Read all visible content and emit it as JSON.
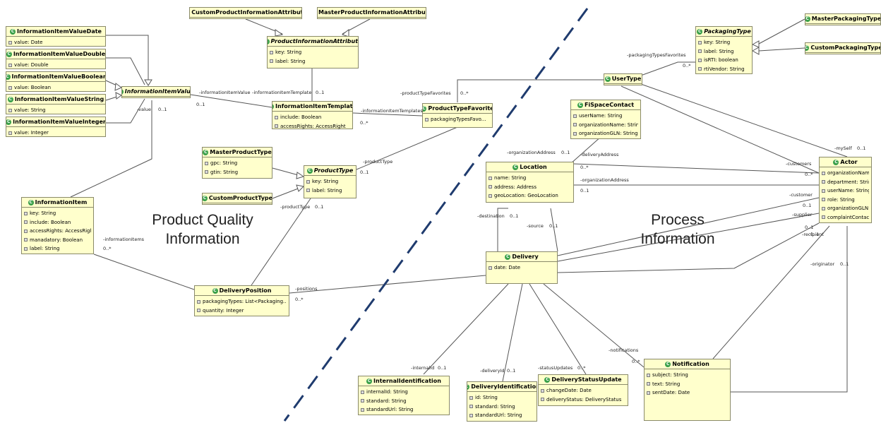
{
  "regions": {
    "left": {
      "line1": "Product Quality",
      "line2": "Information"
    },
    "right": {
      "line1": "Process",
      "line2": "Information"
    }
  },
  "icon_letter": "C",
  "classes": {
    "info_value_date": {
      "name": "InformationItemValueDate",
      "attrs": [
        "value: Date"
      ]
    },
    "info_value_double": {
      "name": "InformationItemValueDouble",
      "attrs": [
        "value: Double"
      ]
    },
    "info_value_boolean": {
      "name": "InformationItemValueBoolean",
      "attrs": [
        "value: Boolean"
      ]
    },
    "info_value_string": {
      "name": "InformationItemValueString",
      "attrs": [
        "value: String"
      ]
    },
    "info_value_integer": {
      "name": "InformationItemValueInteger",
      "attrs": [
        "value: Integer"
      ]
    },
    "info_item_value": {
      "name": "InformationItemValue",
      "attrs": []
    },
    "custom_pia": {
      "name": "CustomProductInformationAttribute",
      "attrs": []
    },
    "master_pia": {
      "name": "MasterProductInformationAttribute",
      "attrs": []
    },
    "product_info_attribute": {
      "name": "ProductInformationAttribute",
      "attrs": [
        "key: String",
        "label: String"
      ]
    },
    "info_item_template": {
      "name": "InformationItemTemplate",
      "attrs": [
        "include: Boolean",
        "accessRights: AccessRight"
      ]
    },
    "product_type_favorite": {
      "name": "ProductTypeFavorite",
      "attrs": [
        "packagingTypesFavo..."
      ]
    },
    "master_product_type": {
      "name": "MasterProductType",
      "attrs": [
        "gpc: String",
        "gtin: String"
      ]
    },
    "custom_product_type": {
      "name": "CustomProductType",
      "attrs": []
    },
    "product_type": {
      "name": "ProductType",
      "attrs": [
        "key: String",
        "label: String"
      ]
    },
    "information_item": {
      "name": "InformationItem",
      "attrs": [
        "key: String",
        "include: Boolean",
        "accessRights: AccessRight",
        "manadatory: Boolean",
        "label: String"
      ]
    },
    "delivery_position": {
      "name": "DeliveryPosition",
      "attrs": [
        "packagingTypes: List<Packaging...",
        "quantity: Integer"
      ]
    },
    "packaging_type": {
      "name": "PackagingType",
      "attrs": [
        "key: String",
        "label: String",
        "isRTI: boolean",
        "rtiVendor: String"
      ]
    },
    "master_packaging_type": {
      "name": "MasterPackagingType",
      "attrs": []
    },
    "custom_packaging_type": {
      "name": "CustomPackagingType",
      "attrs": []
    },
    "user_type": {
      "name": "UserType",
      "attrs": []
    },
    "fispace_contact": {
      "name": "FiSpaceContact",
      "attrs": [
        "userName: String",
        "organizationName: String",
        "organizationGLN: String"
      ]
    },
    "location": {
      "name": "Location",
      "attrs": [
        "name: String",
        "address: Address",
        "geoLocation: GeoLocation"
      ]
    },
    "actor": {
      "name": "Actor",
      "attrs": [
        "organizationName: String",
        "department: String",
        "userName: String",
        "role: String",
        "organizationGLN: String",
        "complaintContact: String"
      ]
    },
    "delivery": {
      "name": "Delivery",
      "attrs": [
        "date: Date"
      ]
    },
    "internal_identification": {
      "name": "InternalIdentification",
      "attrs": [
        "internalId: String",
        "standard: String",
        "standardUrl: String"
      ]
    },
    "delivery_identification": {
      "name": "DeliveryIdentification",
      "attrs": [
        "id: String",
        "standard: String",
        "standardUrl: String"
      ]
    },
    "delivery_status_update": {
      "name": "DeliveryStatusUpdate",
      "attrs": [
        "changeDate: Date",
        "deliveryStatus: DeliveryStatus"
      ]
    },
    "notification": {
      "name": "Notification",
      "attrs": [
        "subject: String",
        "text: String",
        "sentDate: Date"
      ]
    }
  },
  "labels": {
    "value": "-value",
    "value_mult": "0..1",
    "info_item_value_role": "-informationItemValue",
    "info_item_value_mult": "0..1",
    "info_item_template_role": "-informationItemTemplate",
    "info_item_template_mult": "0..1",
    "info_item_templates_role": "-informationItemTemplates",
    "info_item_templates_mult": "0..*",
    "product_type_favorites_role": "-productTypeFavorites",
    "product_type_favorites_mult": "0..*",
    "packaging_types_favorites_role": "-packagingTypesFavorites",
    "packaging_types_favorites_mult": "0..*",
    "pt_fav_product_type_role": "-productType",
    "pt_fav_product_type_mult": "0..1",
    "pos_product_type_role": "-productType",
    "pos_product_type_mult": "0..1",
    "information_items_role": "-informationItems",
    "information_items_mult": "0..*",
    "positions_role": "-positions",
    "positions_mult": "0..*",
    "org_address_role": "-organizationAddress",
    "org_address_mult": "0..1",
    "delivery_address_role": "-deliveryAddress",
    "delivery_address_mult": "0..*",
    "actor_org_address_role": "-organizationAddress",
    "actor_org_address_mult": "0..1",
    "customers_role": "-customers",
    "customers_mult": "0..*",
    "myself_role": "-mySelf",
    "myself_mult": "0..1",
    "customer_role": "-customer",
    "customer_mult": "0..1",
    "supplier_role": "-supplier",
    "supplier_mult": "0..1",
    "recipient_role": "-recipient",
    "recipient_mult": "0..1",
    "originator_role": "-originator",
    "originator_mult": "0..1",
    "destination_role": "-destination",
    "destination_mult": "0..1",
    "source_role": "-source",
    "source_mult": "0..1",
    "internal_id_role": "-internalId",
    "internal_id_mult": "0..1",
    "delivery_id_role": "-deliveryId",
    "delivery_id_mult": "0..1",
    "status_updates_role": "-statusUpdates",
    "status_updates_mult": "0..*",
    "notifications_role": "-notifications",
    "notifications_mult": "0..*"
  }
}
